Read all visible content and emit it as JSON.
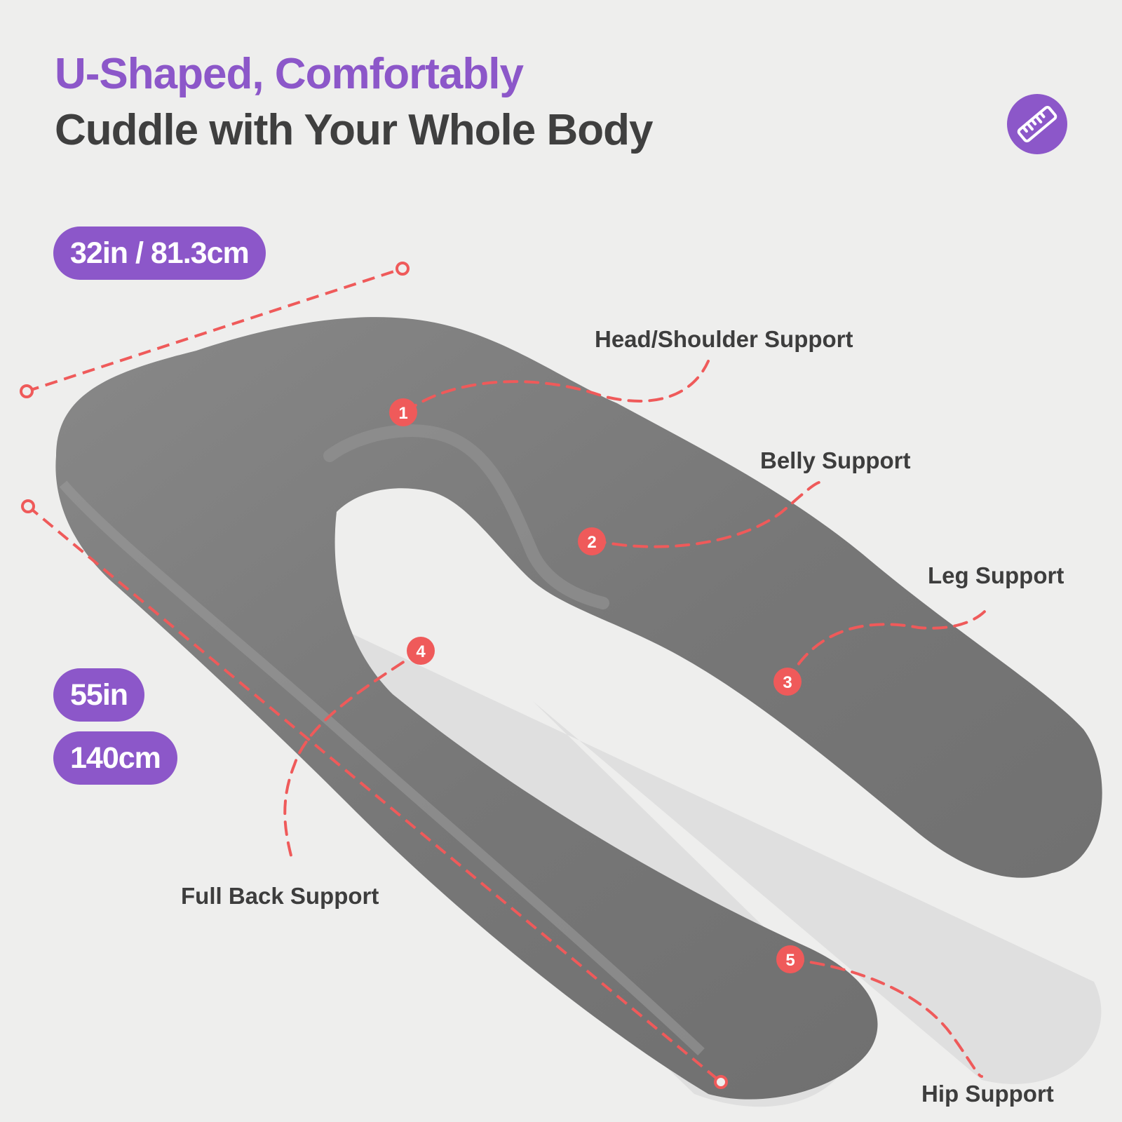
{
  "colors": {
    "accent_purple": "#8c57c9",
    "heading_dark": "#3f3f3f",
    "marker_red": "#ef5a5a",
    "pillow_gray": "#7b7b7b",
    "background": "#eeeeed"
  },
  "heading": {
    "line1": "U-Shaped, Comfortably",
    "line2": "Cuddle with Your Whole Body"
  },
  "badge": {
    "icon": "ruler-icon"
  },
  "dimensions": {
    "width": "32in / 81.3cm",
    "length_in": "55in",
    "length_cm": "140cm"
  },
  "callouts": [
    {
      "number": "1",
      "label": "Head/Shoulder Support"
    },
    {
      "number": "2",
      "label": "Belly Support"
    },
    {
      "number": "3",
      "label": "Leg Support"
    },
    {
      "number": "4",
      "label": "Full Back Support"
    },
    {
      "number": "5",
      "label": "Hip Support"
    }
  ]
}
